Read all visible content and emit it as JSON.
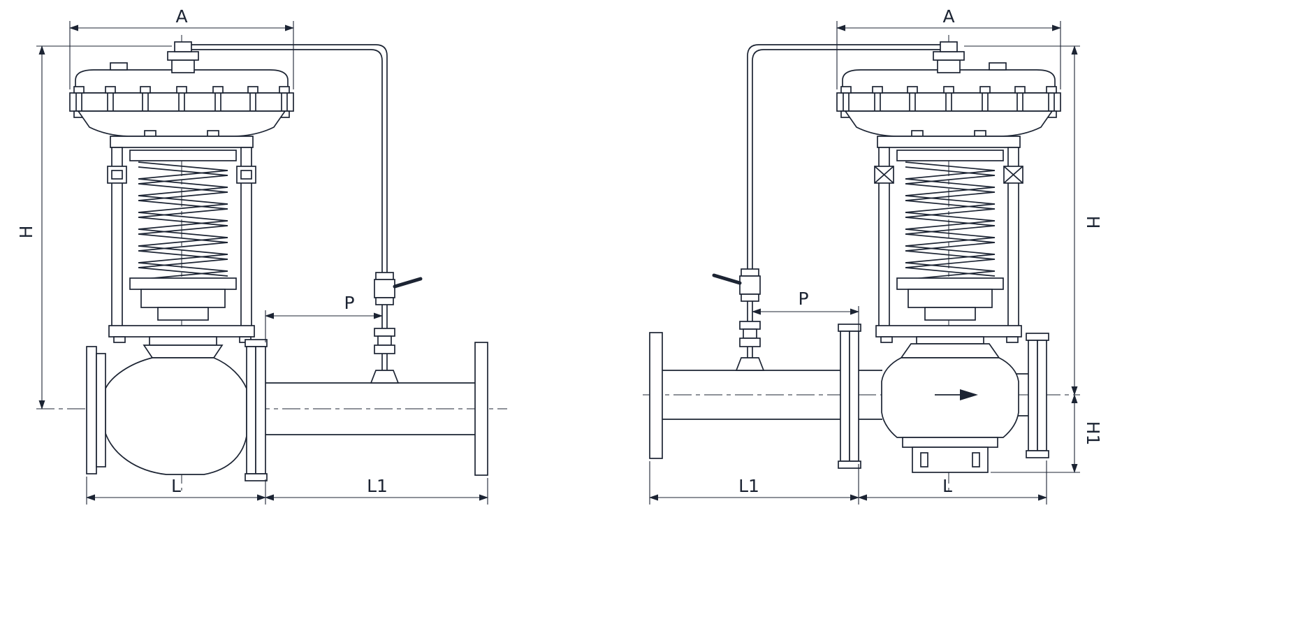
{
  "colors": {
    "line": "#1c2433",
    "background": "#ffffff"
  },
  "left_view": {
    "dim_a": "A",
    "dim_h": "H",
    "dim_p": "P",
    "dim_l": "L",
    "dim_l1": "L1"
  },
  "right_view": {
    "dim_a": "A",
    "dim_h": "H",
    "dim_h1": "H1",
    "dim_p": "P",
    "dim_l": "L",
    "dim_l1": "L1"
  }
}
